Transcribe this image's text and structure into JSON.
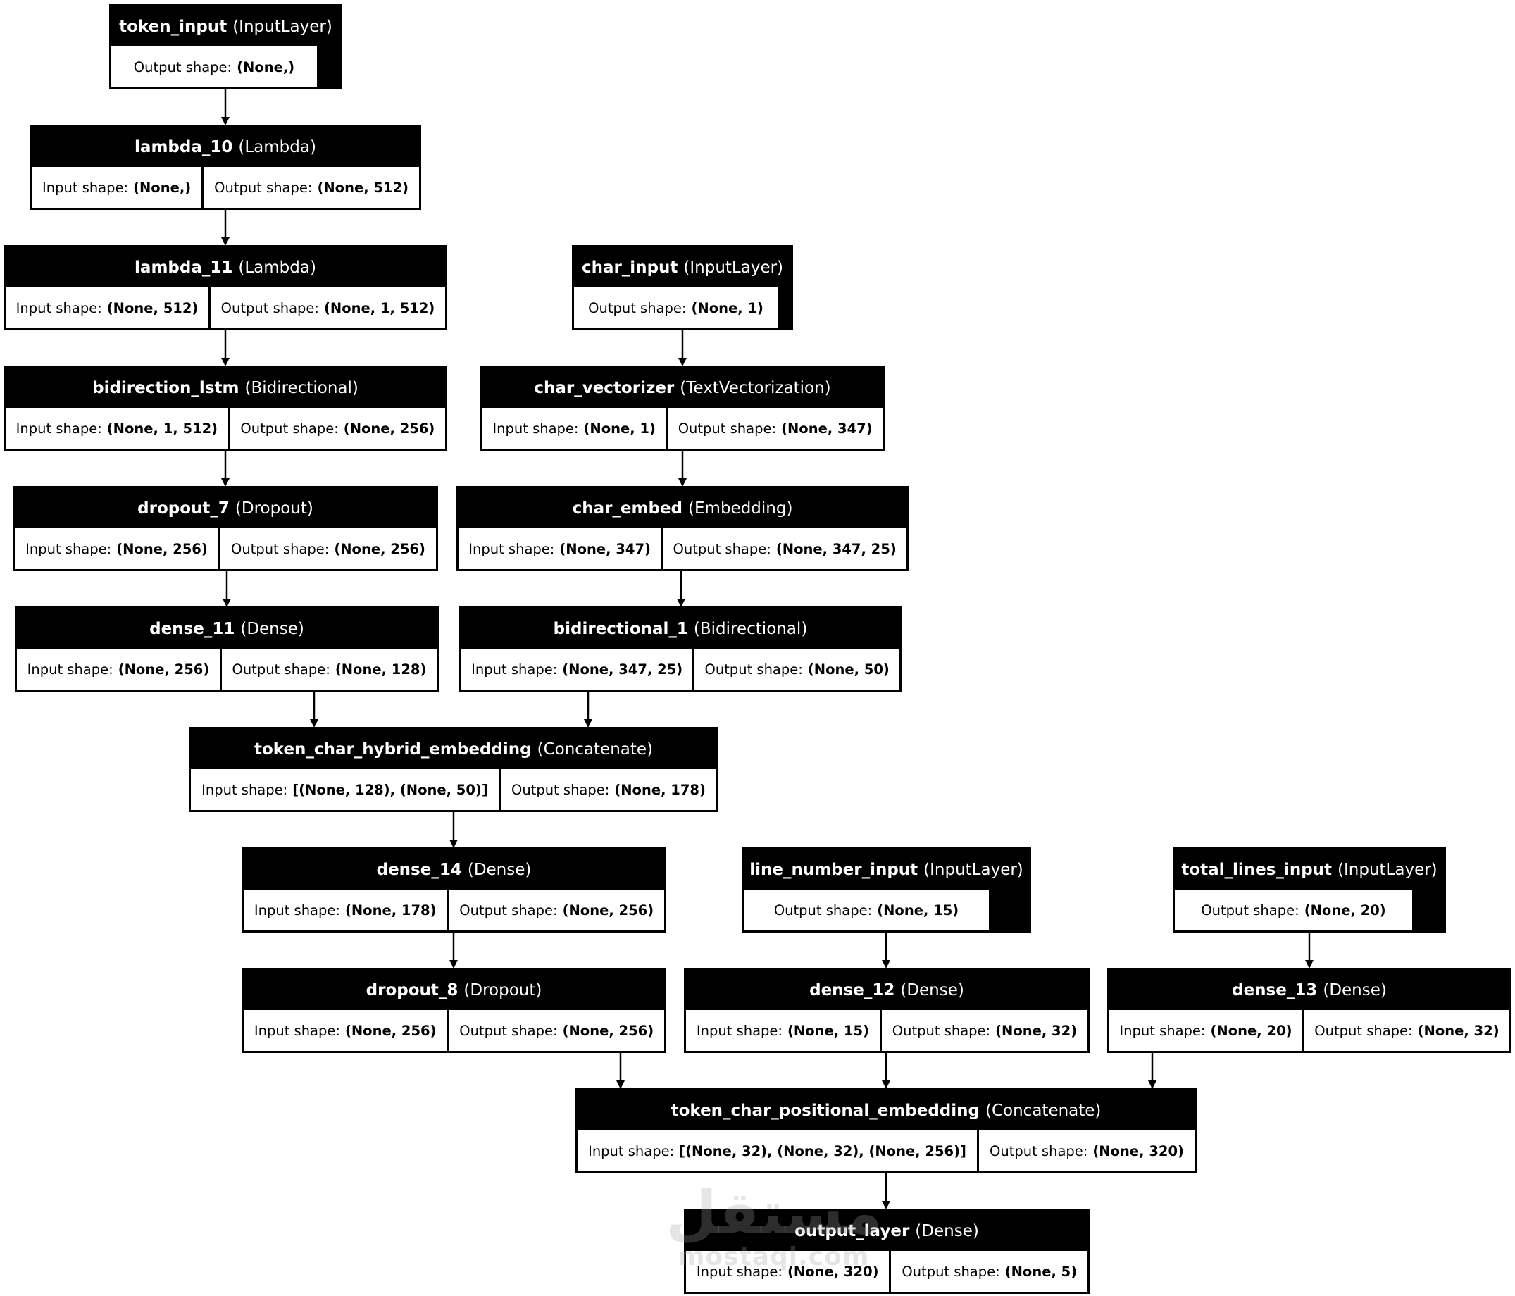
{
  "diagram": {
    "layers": [
      {
        "id": "token_input",
        "name": "token_input",
        "type": "(InputLayer)",
        "input_shape": null,
        "output_shape": "(None,)"
      },
      {
        "id": "lambda_10",
        "name": "lambda_10",
        "type": "(Lambda)",
        "input_shape": "(None,)",
        "output_shape": "(None, 512)"
      },
      {
        "id": "lambda_11",
        "name": "lambda_11",
        "type": "(Lambda)",
        "input_shape": "(None, 512)",
        "output_shape": "(None, 1, 512)"
      },
      {
        "id": "bidirection_lstm",
        "name": "bidirection_lstm",
        "type": "(Bidirectional)",
        "input_shape": "(None, 1, 512)",
        "output_shape": "(None, 256)"
      },
      {
        "id": "dropout_7",
        "name": "dropout_7",
        "type": "(Dropout)",
        "input_shape": "(None, 256)",
        "output_shape": "(None, 256)"
      },
      {
        "id": "dense_11",
        "name": "dense_11",
        "type": "(Dense)",
        "input_shape": "(None, 256)",
        "output_shape": "(None, 128)"
      },
      {
        "id": "char_input",
        "name": "char_input",
        "type": "(InputLayer)",
        "input_shape": null,
        "output_shape": "(None, 1)"
      },
      {
        "id": "char_vectorizer",
        "name": "char_vectorizer",
        "type": "(TextVectorization)",
        "input_shape": "(None, 1)",
        "output_shape": "(None, 347)"
      },
      {
        "id": "char_embed",
        "name": "char_embed",
        "type": "(Embedding)",
        "input_shape": "(None, 347)",
        "output_shape": "(None, 347, 25)"
      },
      {
        "id": "bidirectional_1",
        "name": "bidirectional_1",
        "type": "(Bidirectional)",
        "input_shape": "(None, 347, 25)",
        "output_shape": "(None, 50)"
      },
      {
        "id": "token_char_hybrid_embedding",
        "name": "token_char_hybrid_embedding",
        "type": "(Concatenate)",
        "input_shape": "[(None, 128), (None, 50)]",
        "output_shape": "(None, 178)"
      },
      {
        "id": "dense_14",
        "name": "dense_14",
        "type": "(Dense)",
        "input_shape": "(None, 178)",
        "output_shape": "(None, 256)"
      },
      {
        "id": "dropout_8",
        "name": "dropout_8",
        "type": "(Dropout)",
        "input_shape": "(None, 256)",
        "output_shape": "(None, 256)"
      },
      {
        "id": "line_number_input",
        "name": "line_number_input",
        "type": "(InputLayer)",
        "input_shape": null,
        "output_shape": "(None, 15)"
      },
      {
        "id": "dense_12",
        "name": "dense_12",
        "type": "(Dense)",
        "input_shape": "(None, 15)",
        "output_shape": "(None, 32)"
      },
      {
        "id": "total_lines_input",
        "name": "total_lines_input",
        "type": "(InputLayer)",
        "input_shape": null,
        "output_shape": "(None, 20)"
      },
      {
        "id": "dense_13",
        "name": "dense_13",
        "type": "(Dense)",
        "input_shape": "(None, 20)",
        "output_shape": "(None, 32)"
      },
      {
        "id": "token_char_positional_embedding",
        "name": "token_char_positional_embedding",
        "type": "(Concatenate)",
        "input_shape": "[(None, 32), (None, 32), (None, 256)]",
        "output_shape": "(None, 320)"
      },
      {
        "id": "output_layer",
        "name": "output_layer",
        "type": "(Dense)",
        "input_shape": "(None, 320)",
        "output_shape": "(None, 5)"
      }
    ],
    "edges": [
      [
        "token_input",
        "lambda_10"
      ],
      [
        "lambda_10",
        "lambda_11"
      ],
      [
        "lambda_11",
        "bidirection_lstm"
      ],
      [
        "bidirection_lstm",
        "dropout_7"
      ],
      [
        "dropout_7",
        "dense_11"
      ],
      [
        "char_input",
        "char_vectorizer"
      ],
      [
        "char_vectorizer",
        "char_embed"
      ],
      [
        "char_embed",
        "bidirectional_1"
      ],
      [
        "dense_11",
        "token_char_hybrid_embedding"
      ],
      [
        "bidirectional_1",
        "token_char_hybrid_embedding"
      ],
      [
        "token_char_hybrid_embedding",
        "dense_14"
      ],
      [
        "dense_14",
        "dropout_8"
      ],
      [
        "line_number_input",
        "dense_12"
      ],
      [
        "total_lines_input",
        "dense_13"
      ],
      [
        "dropout_8",
        "token_char_positional_embedding"
      ],
      [
        "dense_12",
        "token_char_positional_embedding"
      ],
      [
        "dense_13",
        "token_char_positional_embedding"
      ],
      [
        "token_char_positional_embedding",
        "output_layer"
      ]
    ],
    "labels": {
      "input_shape": "Input shape:",
      "output_shape": "Output shape:"
    }
  },
  "watermark": {
    "arabic": "مستقل",
    "latin": "mostaql.com"
  }
}
